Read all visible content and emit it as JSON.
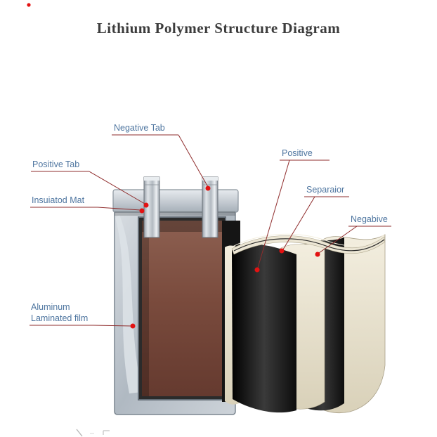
{
  "title": "Lithium Polymer Structure Diagram",
  "labels": {
    "negative_tab": "Negative Tab",
    "positive_tab": "Positive Tab",
    "insulated_mat": "Insuiatod Mat",
    "aluminum_line1": "Aluminum",
    "aluminum_line2": "Laminated film",
    "positive_layer": "Positive",
    "separator_layer": "Separaior",
    "negative_layer": "Negabive"
  },
  "colors": {
    "title_text": "#3c3c3c",
    "label_text": "#4f76a0",
    "leader_line": "#8f2c2c",
    "marker_dot": "#e31212",
    "pouch_silver": "#b9c2cb",
    "cell_copper": "#7c4e3f",
    "layer_cream": "#ece6d4",
    "layer_black": "#161616"
  }
}
